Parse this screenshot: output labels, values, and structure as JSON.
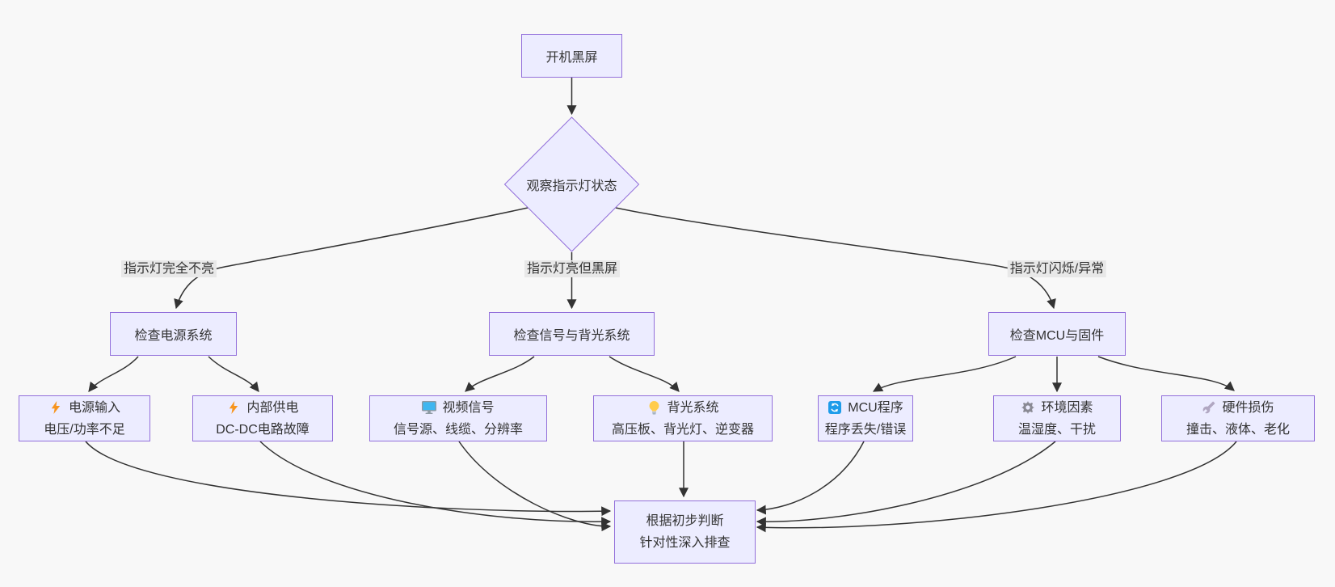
{
  "diagram": {
    "type": "flowchart",
    "colors": {
      "background": "#f8f8f8",
      "node_fill": "#ECECFF",
      "node_border": "#9370DB",
      "edge": "#333333",
      "edge_label_bg": "#e8e8e8",
      "text": "#333333"
    }
  },
  "nodes": {
    "start": {
      "label": "开机黑屏"
    },
    "decision": {
      "label": "观察指示灯状态"
    },
    "check_power": {
      "label": "检查电源系统"
    },
    "check_signal_backlight": {
      "label": "检查信号与背光系统"
    },
    "check_mcu_firmware": {
      "label": "检查MCU与固件"
    },
    "power_input": {
      "icon": "bolt-icon",
      "title": "电源输入",
      "subtitle": "电压/功率不足"
    },
    "internal_power": {
      "icon": "bolt-icon",
      "title": "内部供电",
      "subtitle": "DC-DC电路故障"
    },
    "video_signal": {
      "icon": "monitor-icon",
      "title": "视频信号",
      "subtitle": "信号源、线缆、分辨率"
    },
    "backlight_system": {
      "icon": "bulb-icon",
      "title": "背光系统",
      "subtitle": "高压板、背光灯、逆变器"
    },
    "mcu_program": {
      "icon": "refresh-icon",
      "title": "MCU程序",
      "subtitle": "程序丢失/错误"
    },
    "environment_factor": {
      "icon": "gear-icon",
      "title": "环境因素",
      "subtitle": "温湿度、干扰"
    },
    "hardware_damage": {
      "icon": "wrench-icon",
      "title": "硬件损伤",
      "subtitle": "撞击、液体、老化"
    },
    "conclusion": {
      "line1": "根据初步判断",
      "line2": "针对性深入排查"
    }
  },
  "edge_labels": {
    "indicator_off": "指示灯完全不亮",
    "indicator_on_black": "指示灯亮但黑屏",
    "indicator_flicker": "指示灯闪烁/异常"
  }
}
